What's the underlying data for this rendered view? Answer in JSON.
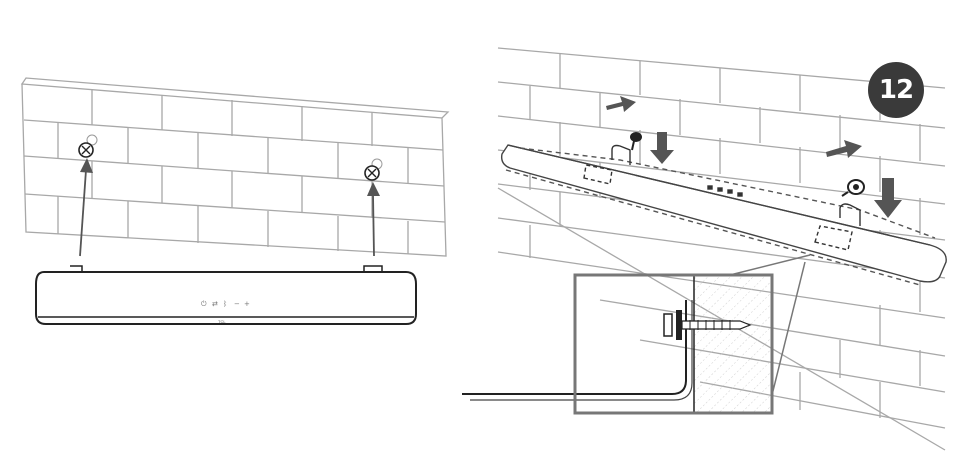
{
  "step": {
    "number": "12"
  },
  "device": {
    "brand": "TCL",
    "controls": [
      "⏻",
      "⇄",
      "ᛒ",
      "−",
      "+"
    ]
  },
  "colors": {
    "line": "#9a9a9a",
    "outline": "#333333",
    "arrow": "#6a6a6a",
    "detail_frame": "#777777",
    "badge": "#3a3a3a"
  },
  "icons": [
    "screw-icon",
    "wall-anchor-icon",
    "direction-arrow-icon"
  ]
}
